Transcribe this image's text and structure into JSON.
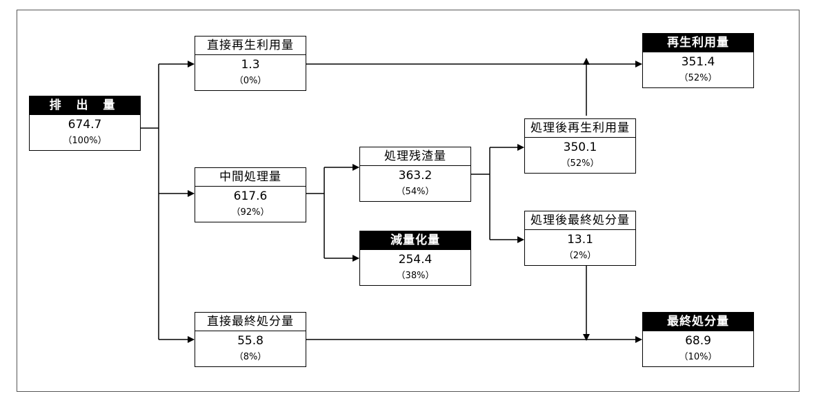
{
  "nodes": {
    "emission": {
      "title": "排 出 量",
      "value": "674.7",
      "pct": "（100%）"
    },
    "direct_reuse": {
      "title": "直接再生利用量",
      "value": "1.3",
      "pct": "（0%）"
    },
    "intermediate": {
      "title": "中間処理量",
      "value": "617.6",
      "pct": "（92%）"
    },
    "direct_final": {
      "title": "直接最終処分量",
      "value": "55.8",
      "pct": "（8%）"
    },
    "residue": {
      "title": "処理残渣量",
      "value": "363.2",
      "pct": "（54%）"
    },
    "reduction": {
      "title": "減量化量",
      "value": "254.4",
      "pct": "（38%）"
    },
    "post_reuse": {
      "title": "処理後再生利用量",
      "value": "350.1",
      "pct": "（52%）"
    },
    "post_final": {
      "title": "処理後最終処分量",
      "value": "13.1",
      "pct": "（2%）"
    },
    "reuse_total": {
      "title": "再生利用量",
      "value": "351.4",
      "pct": "（52%）"
    },
    "final_total": {
      "title": "最終処分量",
      "value": "68.9",
      "pct": "（10%）"
    }
  }
}
